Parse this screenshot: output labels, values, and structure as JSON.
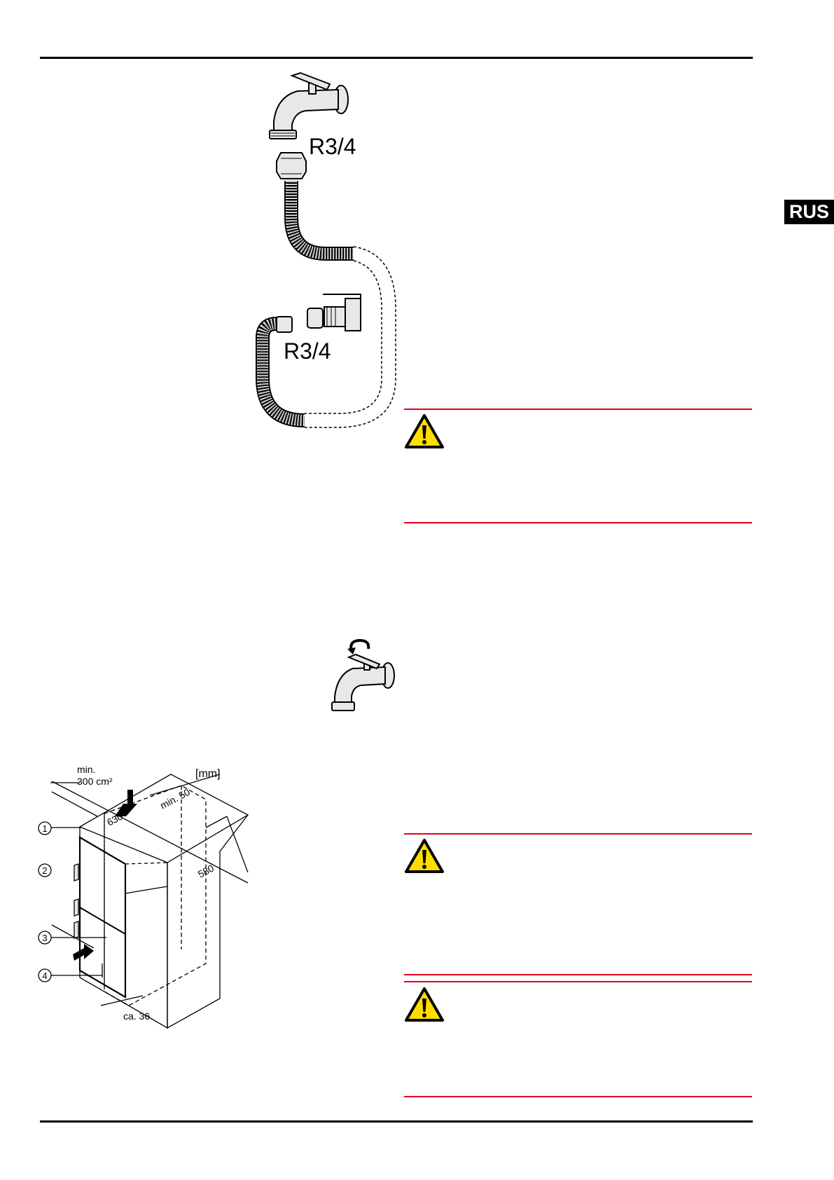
{
  "language_tab": "RUS",
  "figure_hose": {
    "tap_thread_label": "R3/4",
    "valve_thread_label": "R3/4"
  },
  "figure_installation": {
    "unit_label": "[mm]",
    "vent_label_line1": "min.",
    "vent_label_line2": "300 cm²",
    "gap_top_label": "min. 50",
    "width_label": "630",
    "depth_label": "580",
    "bottom_offset_label": "ca. 36",
    "callouts": [
      "1",
      "2",
      "3",
      "4"
    ]
  },
  "colors": {
    "warning_rule": "#e3001b",
    "warning_icon_fill": "#ffdd00",
    "tab_background": "#000000"
  }
}
